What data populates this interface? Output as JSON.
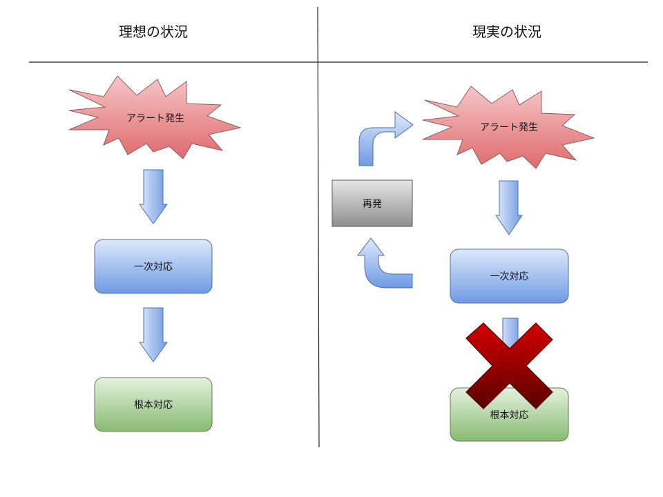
{
  "left_panel": {
    "heading": "理想の状況",
    "alert_label": "アラート発生",
    "first_response_label": "一次対応",
    "root_cause_label": "根本対応"
  },
  "right_panel": {
    "heading": "現実の状況",
    "alert_label": "アラート発生",
    "first_response_label": "一次対応",
    "recurrence_label": "再発",
    "root_cause_label": "根本対応"
  },
  "colors": {
    "alert_fill": "#e98385",
    "response_fill": "#8eb3ee",
    "root_fill": "#9cc78b",
    "recurrence_fill": "#b0b0b0",
    "blocked_x": "#a40000"
  }
}
